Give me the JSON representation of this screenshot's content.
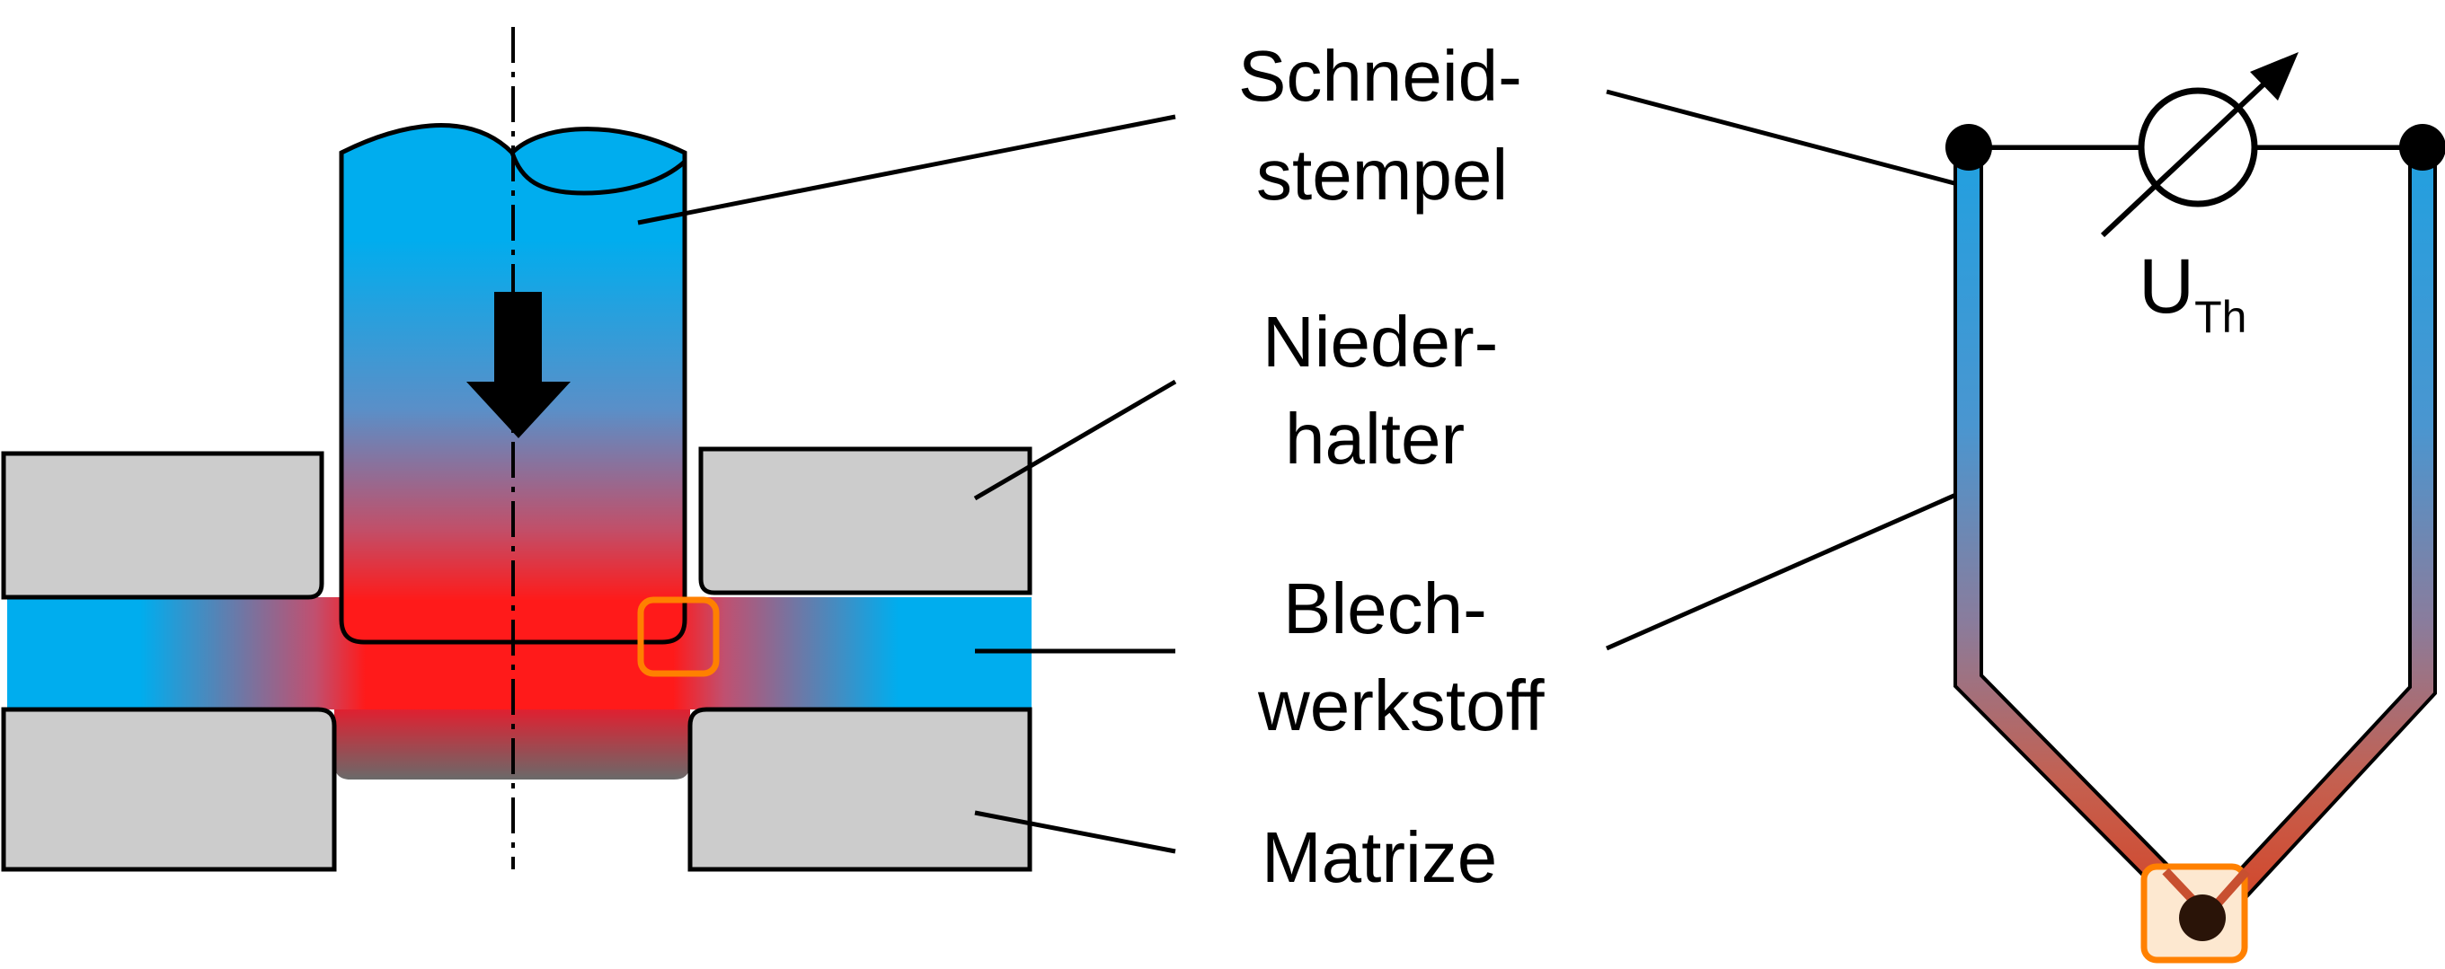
{
  "labels": {
    "stamp_line1": "Schneid-",
    "stamp_line2": "stempel",
    "holder_line1": "Nieder-",
    "holder_line2": "halter",
    "sheet_line1": "Blech-",
    "sheet_line2": "werkstoff",
    "die": "Matrize"
  },
  "voltmeter": {
    "symbol_main": "U",
    "symbol_sub": "Th"
  },
  "colors": {
    "cold": "#00adee",
    "hot": "#ff1a1a",
    "tool_grey": "#cccccc",
    "highlight": "#ff8000",
    "junction_fill": "#fde8d0",
    "junction": "#2a1408"
  }
}
